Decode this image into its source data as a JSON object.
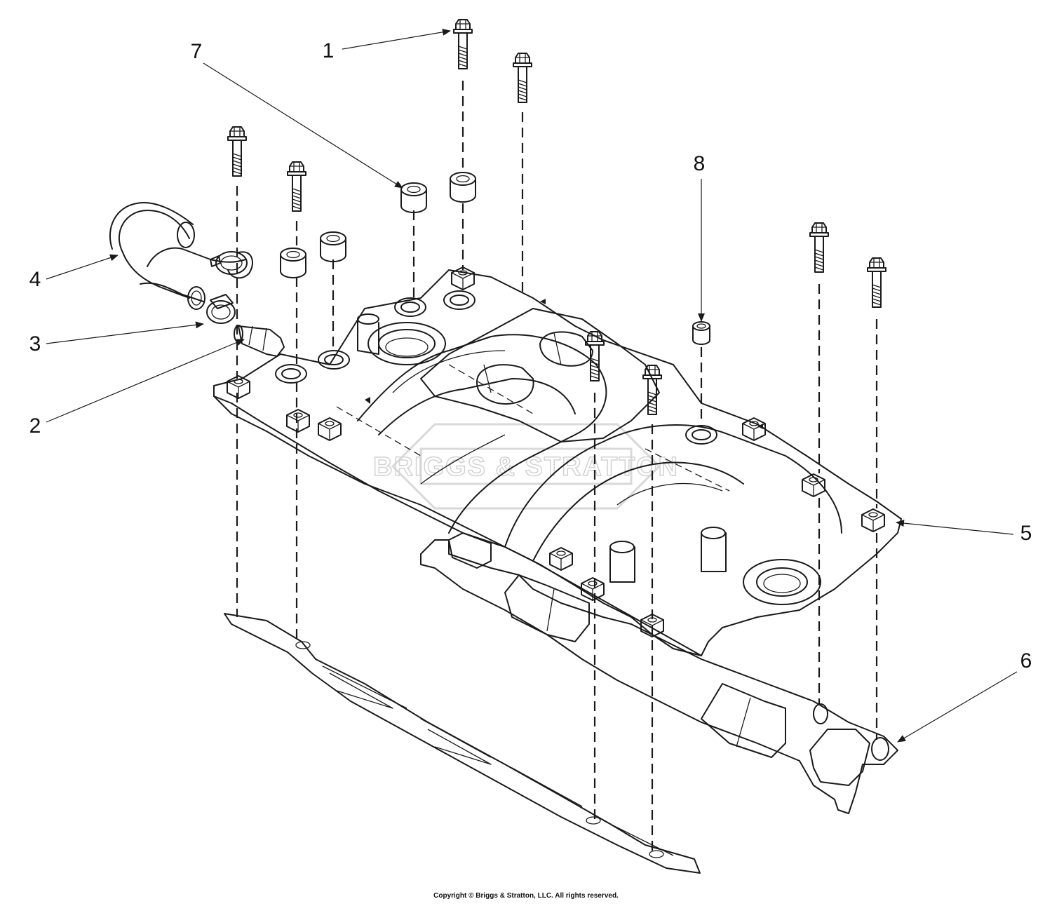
{
  "callouts": {
    "c1": "1",
    "c2": "2",
    "c3": "3",
    "c4": "4",
    "c5": "5",
    "c6": "6",
    "c7": "7",
    "c8": "8"
  },
  "watermark": "BRIGGS & STRATTON",
  "copyright": "Copyright © Briggs & Stratton, LLC. All rights reserved.",
  "colors": {
    "line": "#1a1a1a",
    "watermark": "#d9d9d9",
    "background": "#ffffff"
  }
}
